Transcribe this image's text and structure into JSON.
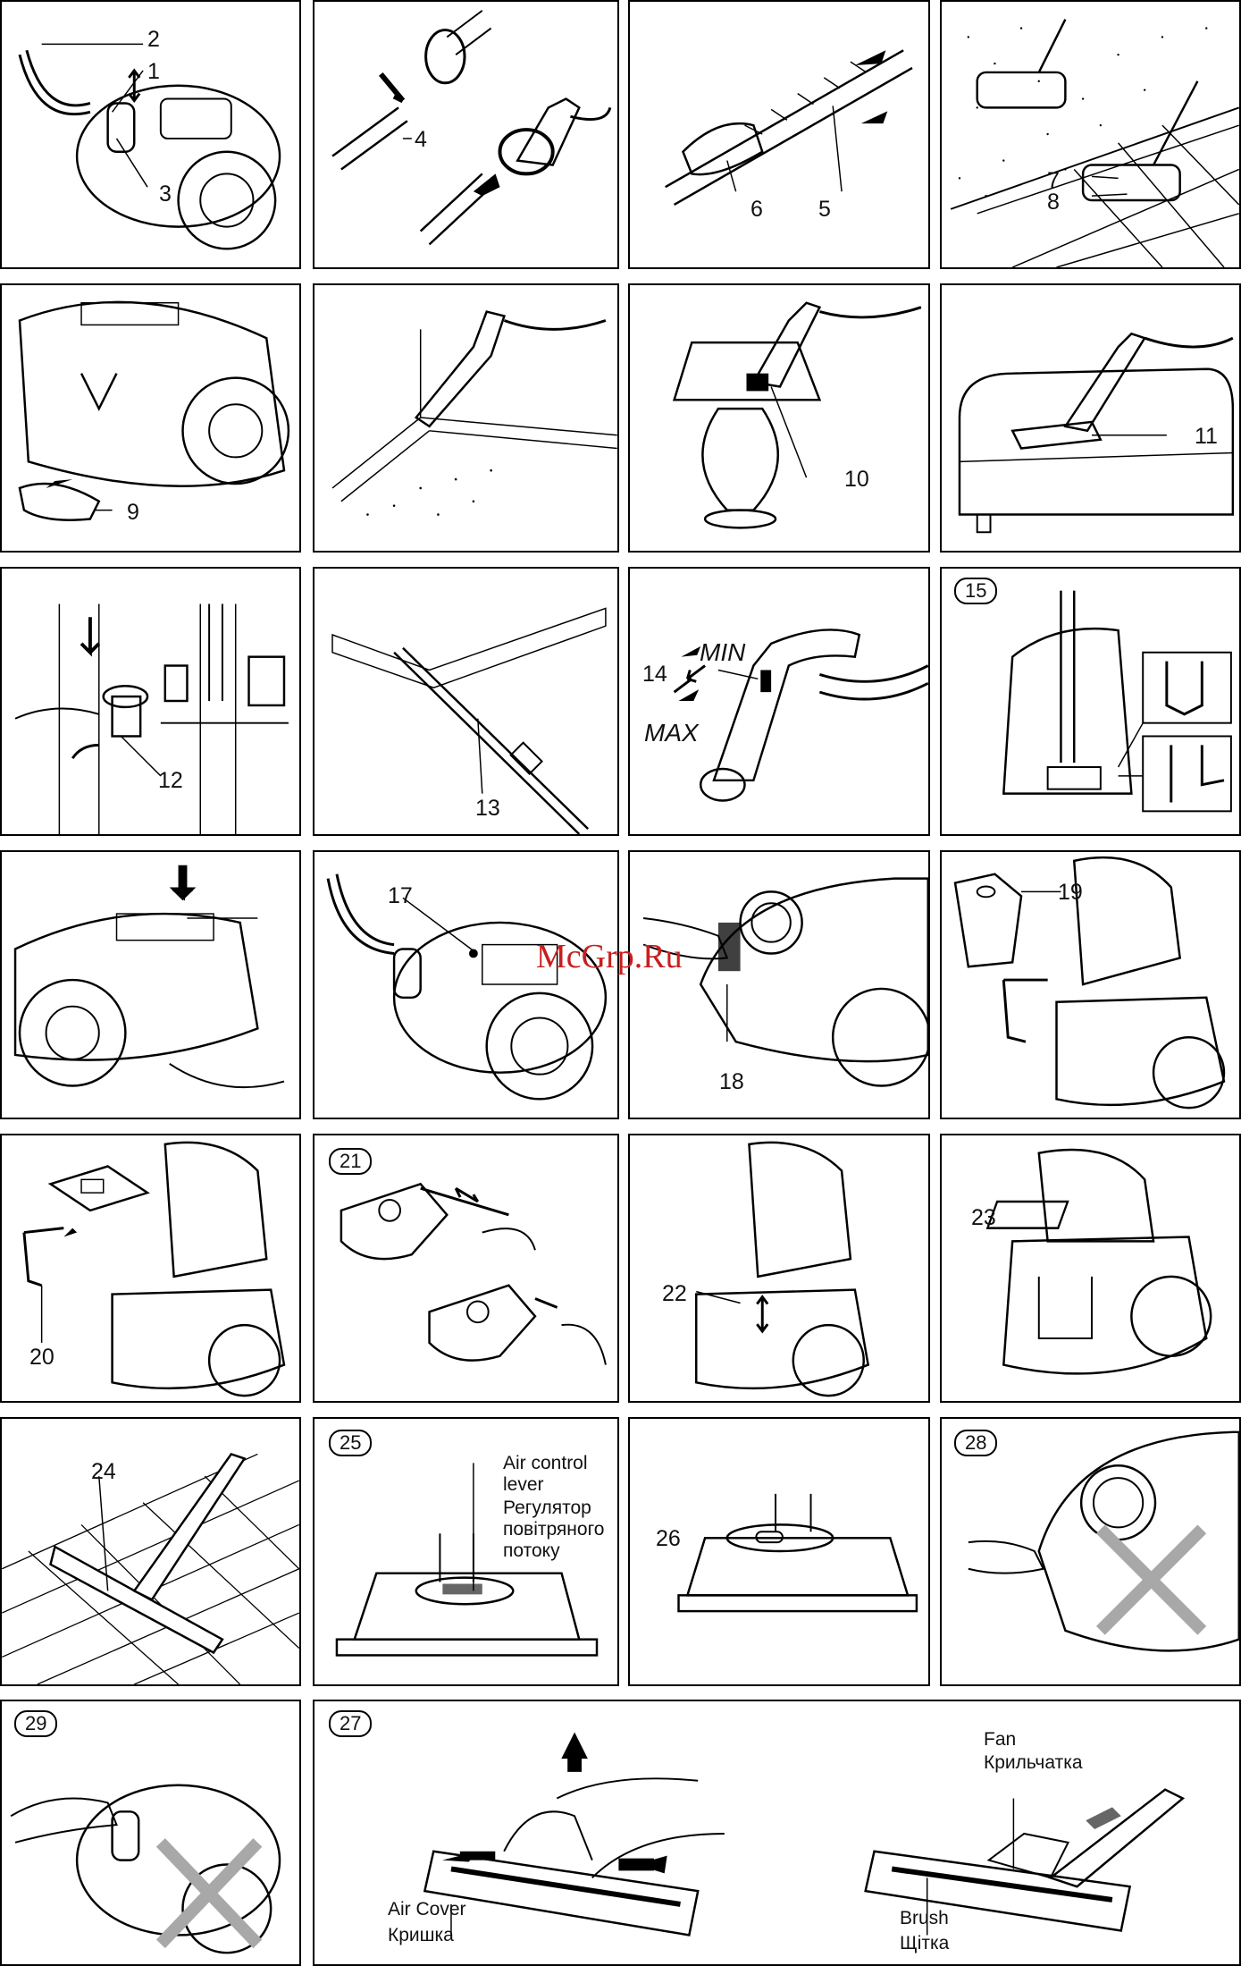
{
  "watermark": "McGrp.Ru",
  "labels": {
    "p1": [
      "2",
      "1",
      "3"
    ],
    "p2": [
      "4"
    ],
    "p3": [
      "6",
      "5"
    ],
    "p4": [
      "7",
      "8"
    ],
    "p5": [
      "9"
    ],
    "p7": [
      "10"
    ],
    "p8": [
      "11"
    ],
    "p9": [
      "12"
    ],
    "p10": [
      "13"
    ],
    "p11": [
      "14",
      "MIN",
      "MAX"
    ],
    "p12": [
      "15"
    ],
    "p14": [
      "17"
    ],
    "p15": [
      "18"
    ],
    "p16": [
      "19"
    ],
    "p17": [
      "20"
    ],
    "p18": [
      "21"
    ],
    "p19": [
      "22"
    ],
    "p20": [
      "23"
    ],
    "p21": [
      "24"
    ],
    "p22": [
      "25",
      "Air control",
      "lever",
      "Регулятор",
      "повітряного",
      "потоку"
    ],
    "p23": [
      "26"
    ],
    "p24": [
      "28"
    ],
    "p25": [
      "29"
    ],
    "p26": [
      "27",
      "Fan",
      "Крильчатка",
      "Air Cover",
      "Кришка",
      "Brush",
      "Щітка"
    ]
  },
  "colors": {
    "line": "#000000",
    "cross": "#a8a8a8",
    "watermark": "#c81e1e"
  }
}
